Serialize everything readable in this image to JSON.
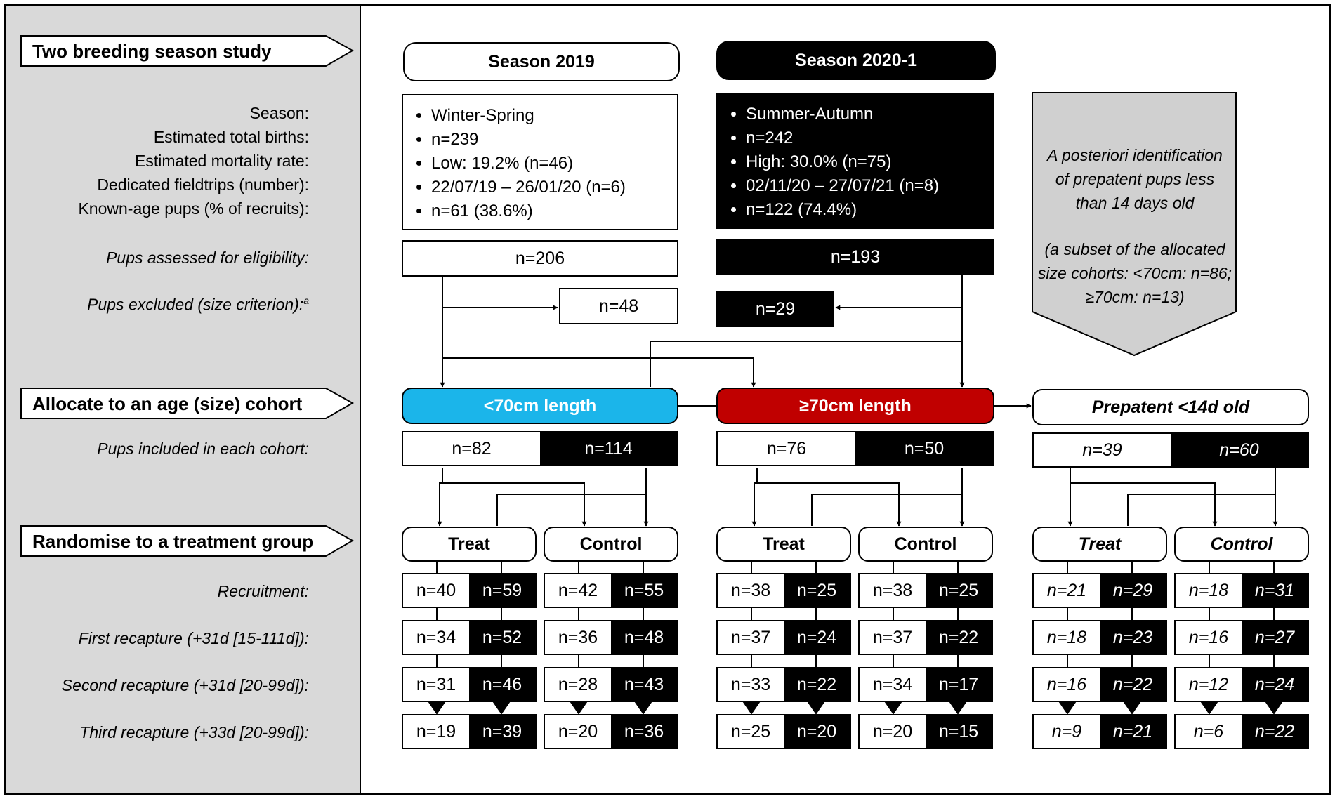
{
  "stages": {
    "study": "Two breeding season study",
    "allocate": "Allocate to an age (size) cohort",
    "randomise": "Randomise to a treatment group"
  },
  "row_labels": {
    "season": "Season:",
    "births": "Estimated total births:",
    "mortality": "Estimated mortality rate:",
    "fieldtrips": "Dedicated fieldtrips (number):",
    "known_age": "Known-age pups (% of recruits):",
    "assessed": "Pups assessed for eligibility:",
    "excluded": "Pups excluded (size criterion):",
    "excluded_sup": "a",
    "included": "Pups included in each cohort:",
    "recruitment": "Recruitment:",
    "first": "First recapture (+31d [15-111d]):",
    "second": "Second recapture (+31d [20-99d]):",
    "third": "Third recapture (+33d [20-99d]):"
  },
  "season2019": {
    "title": "Season 2019",
    "details": [
      "Winter-Spring",
      "n=239",
      "Low: 19.2% (n=46)",
      "22/07/19 – 26/01/20 (n=6)",
      "n=61 (38.6%)"
    ],
    "assessed": "n=206",
    "excluded": "n=48"
  },
  "season2020": {
    "title": "Season 2020-1",
    "details": [
      "Summer-Autumn",
      "n=242",
      "High: 30.0% (n=75)",
      "02/11/20 – 27/07/21 (n=8)",
      "n=122 (74.4%)"
    ],
    "assessed": "n=193",
    "excluded": "n=29"
  },
  "note": {
    "line1": "A posteriori identification",
    "line2": "of prepatent pups less",
    "line3": "than 14 days old",
    "line4": "(a subset of the allocated",
    "line5": "size cohorts:  <70cm: n=86;",
    "line6": "≥70cm: n=13)"
  },
  "cohorts": [
    {
      "label": "<70cm length",
      "included": [
        "n=82",
        "n=114"
      ],
      "groups": [
        {
          "label": "Treat",
          "rows": [
            [
              "n=40",
              "n=59"
            ],
            [
              "n=34",
              "n=52"
            ],
            [
              "n=31",
              "n=46"
            ],
            [
              "n=19",
              "n=39"
            ]
          ]
        },
        {
          "label": "Control",
          "rows": [
            [
              "n=42",
              "n=55"
            ],
            [
              "n=36",
              "n=48"
            ],
            [
              "n=28",
              "n=43"
            ],
            [
              "n=20",
              "n=36"
            ]
          ]
        }
      ]
    },
    {
      "label": "≥70cm length",
      "included": [
        "n=76",
        "n=50"
      ],
      "groups": [
        {
          "label": "Treat",
          "rows": [
            [
              "n=38",
              "n=25"
            ],
            [
              "n=37",
              "n=24"
            ],
            [
              "n=33",
              "n=22"
            ],
            [
              "n=25",
              "n=20"
            ]
          ]
        },
        {
          "label": "Control",
          "rows": [
            [
              "n=38",
              "n=25"
            ],
            [
              "n=37",
              "n=22"
            ],
            [
              "n=34",
              "n=17"
            ],
            [
              "n=20",
              "n=15"
            ]
          ]
        }
      ]
    },
    {
      "label": "Prepatent <14d old",
      "included": [
        "n=39",
        "n=60"
      ],
      "groups": [
        {
          "label": "Treat",
          "rows": [
            [
              "n=21",
              "n=29"
            ],
            [
              "n=18",
              "n=23"
            ],
            [
              "n=16",
              "n=22"
            ],
            [
              "n=9",
              "n=21"
            ]
          ]
        },
        {
          "label": "Control",
          "rows": [
            [
              "n=18",
              "n=31"
            ],
            [
              "n=16",
              "n=27"
            ],
            [
              "n=12",
              "n=24"
            ],
            [
              "n=6",
              "n=22"
            ]
          ]
        }
      ]
    }
  ],
  "colors": {
    "cohort1": "#1bb5ea",
    "cohort2": "#c00000",
    "panel": "#d9d9d9",
    "note": "#d0d0d0"
  }
}
